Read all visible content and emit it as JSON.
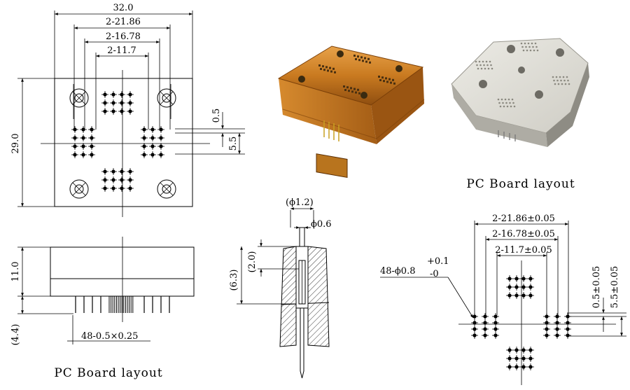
{
  "top_view": {
    "dim_width": "32.0",
    "dim_21": "2-21.86",
    "dim_16": "2-16.78",
    "dim_11": "2-11.7",
    "dim_height": "29.0",
    "dim_pitch": "0.5",
    "dim_row": "5.5"
  },
  "side_view": {
    "dim_height": "11.0",
    "dim_pin_len": "(4.4)",
    "dim_pins": "48-0.5×0.25",
    "caption": "PC Board layout"
  },
  "pin_section": {
    "dim_outer": "(ϕ1.2)",
    "dim_inner": "ϕ0.6",
    "dim_travel": "(2.0)",
    "dim_depth": "(6.3)"
  },
  "photos": {
    "caption": "PC Board layout"
  },
  "board_layout": {
    "dim_21": "2-21.86±0.05",
    "dim_16": "2-16.78±0.05",
    "dim_11": "2-11.7±0.05",
    "dim_holes": "48-ϕ0.8",
    "tol_plus": "+0.1",
    "tol_minus": "-0",
    "dim_pitch": "0.5±0.05",
    "dim_row": "5.5±0.05"
  }
}
